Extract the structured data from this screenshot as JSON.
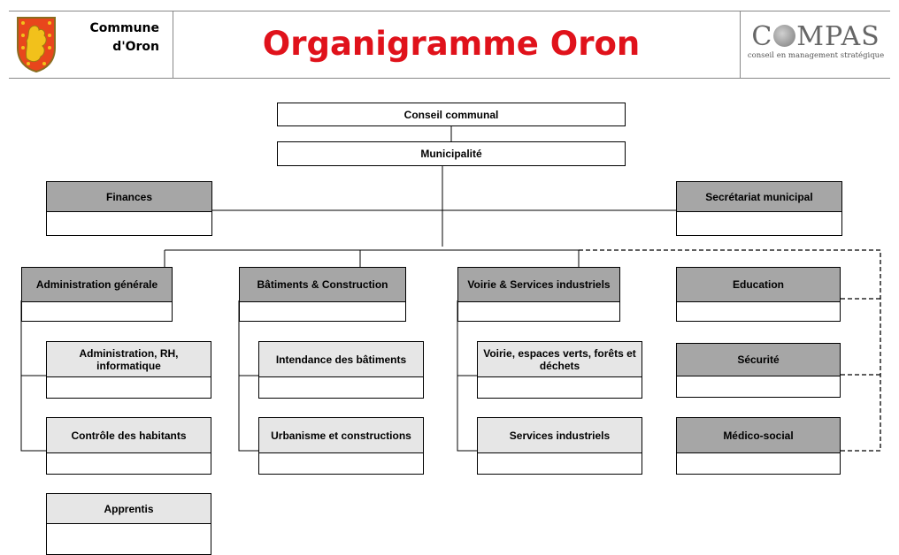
{
  "header": {
    "commune_line1": "Commune",
    "commune_line2": "d'Oron",
    "title": "Organigramme Oron",
    "title_color": "#e0121b",
    "logo": {
      "brand_before": "C",
      "brand_after": "MPAS",
      "tagline": "conseil en management stratégique"
    },
    "crest_icon": "coat-of-arms-icon"
  },
  "org": {
    "conseil": "Conseil communal",
    "municipalite": "Municipalité",
    "finances": "Finances",
    "secretariat": "Secrétariat municipal",
    "administration": {
      "title": "Administration générale",
      "subs": [
        "Administration, RH, informatique",
        "Contrôle des habitants",
        "Apprentis"
      ]
    },
    "batiments": {
      "title": "Bâtiments & Construction",
      "subs": [
        "Intendance des bâtiments",
        "Urbanisme et constructions"
      ]
    },
    "voirie": {
      "title": "Voirie & Services industriels",
      "subs": [
        "Voirie, espaces verts, forêts et déchets",
        "Services industriels"
      ]
    },
    "education": "Education",
    "securite": "Sécurité",
    "medico": "Médico-social"
  },
  "colors": {
    "dept_header": "#a6a6a6",
    "sub_header": "#e6e6e6"
  }
}
